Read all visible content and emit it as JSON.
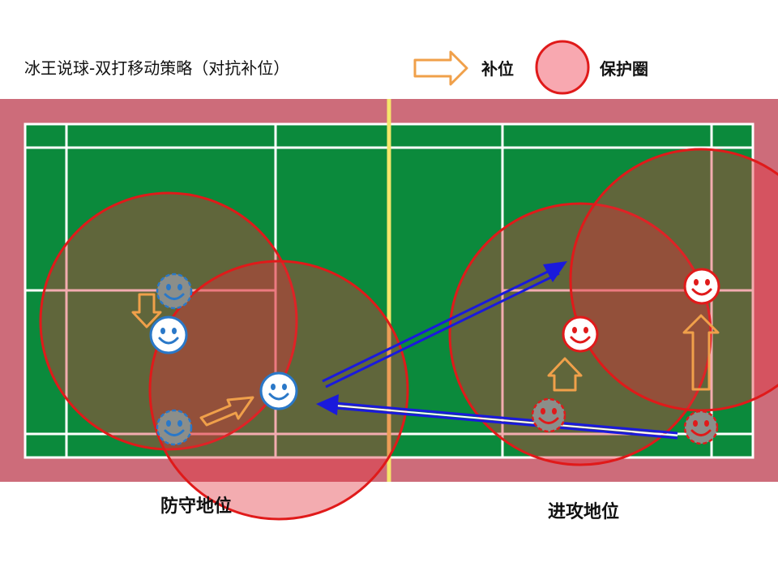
{
  "title": "冰王说球-双打移动策略（对抗补位）",
  "legend": {
    "move_label": "补位",
    "circle_label": "保护圈"
  },
  "zones": {
    "defense": "防守地位",
    "attack": "进攻地位"
  },
  "colors": {
    "outer": "#cd6c7a",
    "court": "#0b8a3c",
    "lines": "#ffffff",
    "net": "#f5e66a",
    "circle_stroke": "#e01a1a",
    "circle_fill": "#e0303a",
    "arrow_orange": "#f0a04a",
    "arrow_blue": "#1a1adc",
    "player_blue": "#2a78c8",
    "player_red": "#e01a1a"
  },
  "players": {
    "defense_top_ghost": "smiley-icon",
    "defense_top": "smiley-icon",
    "defense_bottom_ghost": "smiley-icon",
    "defense_front": "smiley-icon",
    "attack_front": "smiley-icon",
    "attack_front_ghost": "smiley-icon",
    "attack_back": "smiley-icon",
    "attack_back_ghost": "smiley-icon"
  }
}
